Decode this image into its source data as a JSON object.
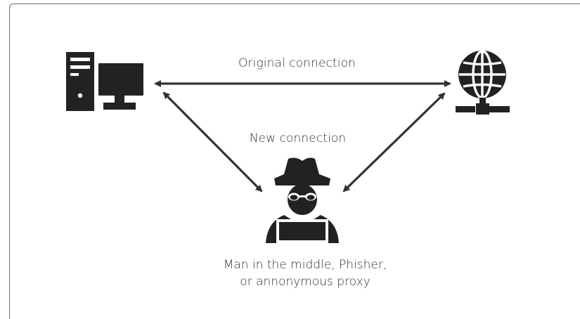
{
  "diagram": {
    "original_connection_label": "Original connection",
    "new_connection_label": "New connection",
    "attacker_caption_line1": "Man in the middle, Phisher,",
    "attacker_caption_line2": "or annonymous proxy",
    "colors": {
      "icon": "#222222",
      "arrow": "#333333",
      "text": "#333333",
      "background": "#ffffff",
      "frame": "#6e6e6e"
    },
    "icons": {
      "client": "desktop-computer-icon",
      "server": "globe-network-icon",
      "attacker": "hacker-spy-icon"
    }
  }
}
